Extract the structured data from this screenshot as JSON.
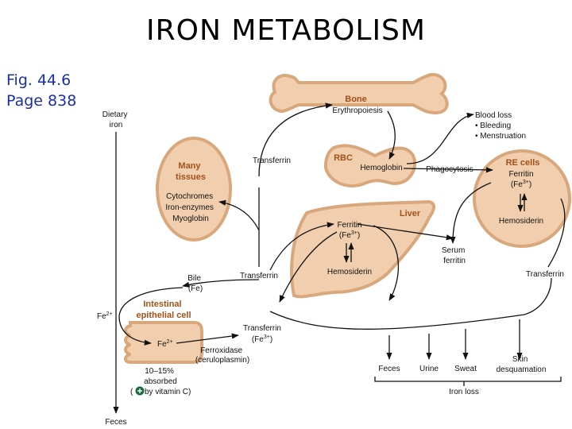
{
  "title": "IRON METABOLISM",
  "figure_ref": {
    "line1": "Fig. 44.6",
    "line2": "Page 838"
  },
  "colors": {
    "organ_fill": "#f1cfae",
    "organ_stroke": "#d8a87c",
    "organ_label": "#a0521a",
    "fig_text": "#1a2fa8",
    "vitamin_marker": "#1a6b3c"
  },
  "nodes": {
    "dietary_iron": [
      "Dietary",
      "iron"
    ],
    "feces_left": "Feces",
    "fe2_left": "Fe",
    "fe2_left_sup": "2+",
    "bone": {
      "title": "Bone",
      "label": "Erythropoiesis"
    },
    "rbc": {
      "title": "RBC",
      "label": "Hemoglobin"
    },
    "blood_loss": {
      "title": "Blood loss",
      "items": [
        "• Bleeding",
        "• Menstruation"
      ]
    },
    "phagocytosis": "Phagocytosis",
    "re_cells": {
      "title": "RE cells",
      "line1": "Ferritin",
      "line2": "(Fe",
      "line2_sup": "3+",
      "line2_end": ")",
      "line3": "Hemosiderin"
    },
    "many_tissues": {
      "title": [
        "Many",
        "tissues"
      ],
      "items": [
        "Cytochromes",
        "Iron-enzymes",
        "Myoglobin"
      ]
    },
    "transferrin_top": "Transferrin",
    "liver": {
      "title": "Liver",
      "line1": "Ferritin",
      "line2": "(Fe",
      "line2_sup": "3+",
      "line2_end": ")",
      "line3": "Hemosiderin"
    },
    "serum_ferritin": [
      "Serum",
      "ferritin"
    ],
    "transferrin_mid": "Transferrin",
    "transferrin_right": "Transferrin",
    "bile": [
      "Bile",
      "(Fe)"
    ],
    "intestinal": {
      "title": [
        "Intestinal",
        "epithelial cell"
      ],
      "fe": "Fe",
      "fe_sup": "2+"
    },
    "transferrin_bottom": {
      "line1": "Transferrin",
      "line2": "(Fe",
      "line2_sup": "3+",
      "line2_end": ")"
    },
    "ferroxidase": [
      "Ferroxidase",
      "(ceruloplasmin)"
    ],
    "absorbed": {
      "line1": "10–15%",
      "line2": "absorbed",
      "line3_open": "(",
      "line3_text": " by vitamin C)"
    },
    "losses": {
      "feces": "Feces",
      "urine": "Urine",
      "sweat": "Sweat",
      "skin": [
        "Skin",
        "desquamation"
      ],
      "group_label": "Iron loss"
    }
  }
}
